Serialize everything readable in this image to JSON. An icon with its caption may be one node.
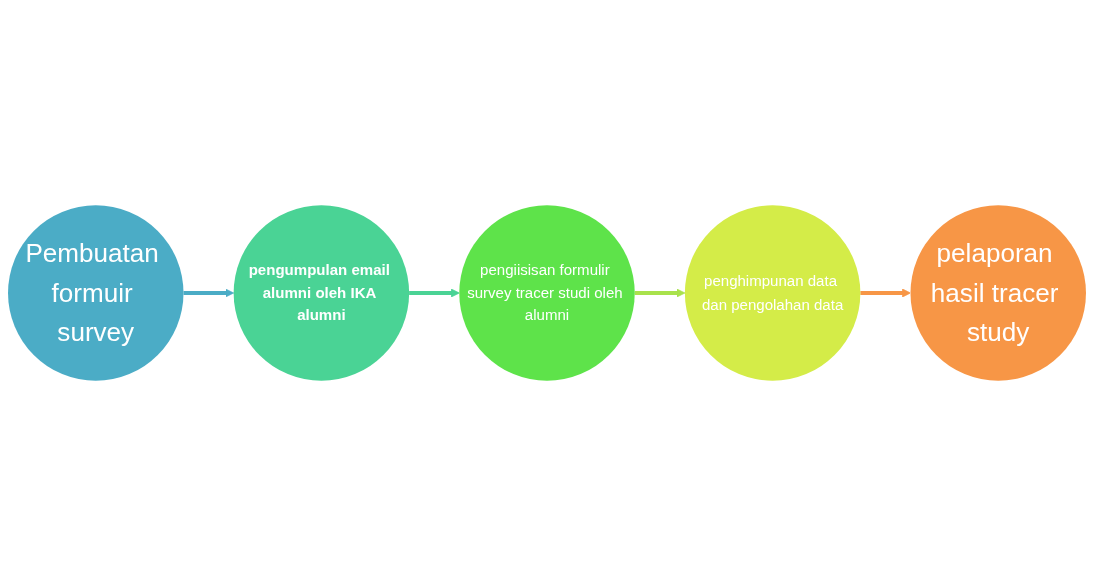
{
  "diagram": {
    "nodes": [
      {
        "text": [
          "Pembuatan formuir survey"
        ]
      },
      {
        "text": [
          "pengumpulan email alumni oleh IKA alumni"
        ]
      },
      {
        "text": [
          "pengiisisan formulir survey tracer studi oleh alumni"
        ]
      },
      {
        "text": [
          "penghimpunan data dan pengolahan data"
        ]
      },
      {
        "text": [
          "pelaporan hasil tracer study"
        ]
      }
    ],
    "edges": [
      {
        "from": 0,
        "to": 1,
        "arrow": "to",
        "color": "#4bacc6"
      },
      {
        "from": 1,
        "to": 2,
        "arrow": "to",
        "color": "#4ad395"
      },
      {
        "from": 2,
        "to": 3,
        "arrow": "to",
        "color": "#a9e24c"
      },
      {
        "from": 3,
        "to": 4,
        "arrow": "to",
        "color": "#f79646"
      }
    ]
  }
}
